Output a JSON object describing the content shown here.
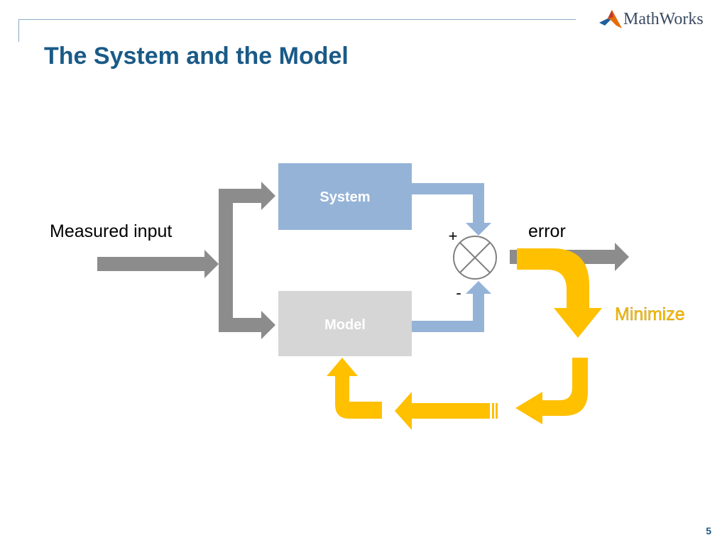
{
  "header": {
    "title": "The System and the Model"
  },
  "logo": {
    "text": "MathWorks",
    "icon": "mathworks-membrane-logo"
  },
  "footer": {
    "page_number": "5"
  },
  "diagram": {
    "input_label": "Measured input",
    "system_label": "System",
    "model_label": "Model",
    "plus_sign": "+",
    "minus_sign": "-",
    "error_label": "error",
    "minimize_label": "Minimize"
  },
  "colors": {
    "title": "#1a5a87",
    "system_block": "#95b3d7",
    "model_block": "#d6d6d6",
    "flow_arrow": "#8c8c8c",
    "signal_arrow": "#95b3d7",
    "feedback_arrow": "#ffc000"
  }
}
